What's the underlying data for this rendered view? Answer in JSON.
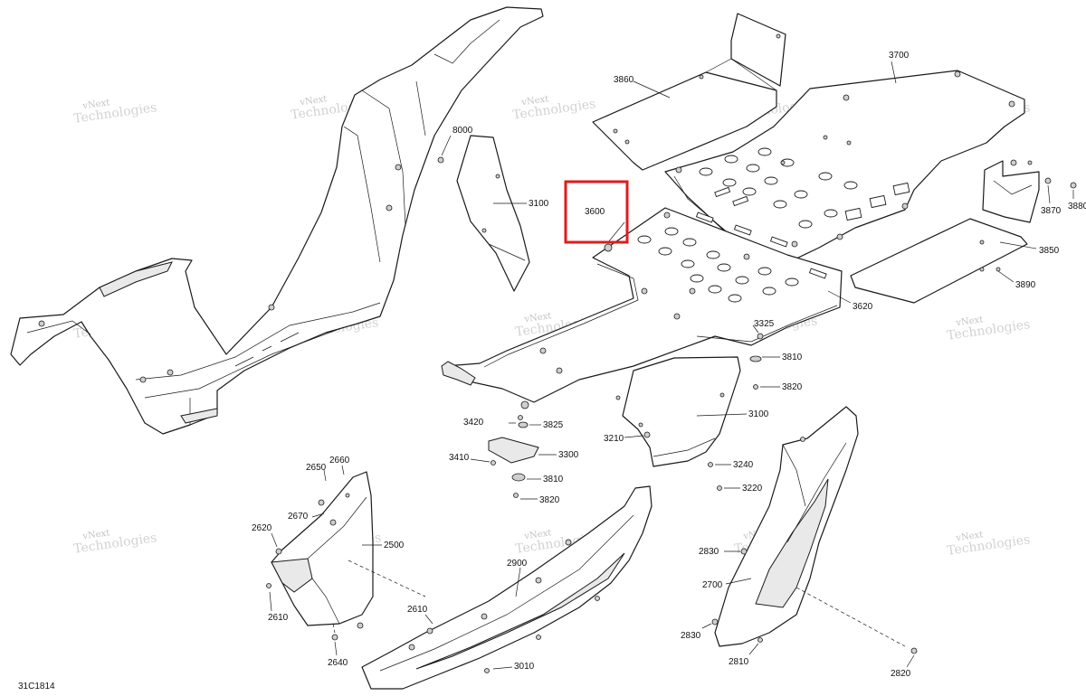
{
  "diagram_ref": "31C1814",
  "watermark": {
    "line1": "vNext",
    "line2": "Technologies"
  },
  "highlight": {
    "label": "3600",
    "color": "#e21b1b"
  },
  "parts": {
    "p3700": "3700",
    "p3860": "3860",
    "p8000": "8000",
    "p3100a": "3100",
    "p3600": "3600",
    "p3870": "3870",
    "p3880": "3880",
    "p3850": "3850",
    "p3890": "3890",
    "p3620": "3620",
    "p3325": "3325",
    "p3810a": "3810",
    "p3820a": "3820",
    "p3100b": "3100",
    "p3420": "3420",
    "p3825": "3825",
    "p3210": "3210",
    "p3300": "3300",
    "p3410": "3410",
    "p3810b": "3810",
    "p3820b": "3820",
    "p3240": "3240",
    "p3220": "3220",
    "p2650": "2650",
    "p2660": "2660",
    "p2670": "2670",
    "p2620": "2620",
    "p2500": "2500",
    "p2900": "2900",
    "p2830a": "2830",
    "p2700": "2700",
    "p2610a": "2610",
    "p2610b": "2610",
    "p2640": "2640",
    "p3010": "3010",
    "p2830b": "2830",
    "p2810": "2810",
    "p2820": "2820"
  }
}
